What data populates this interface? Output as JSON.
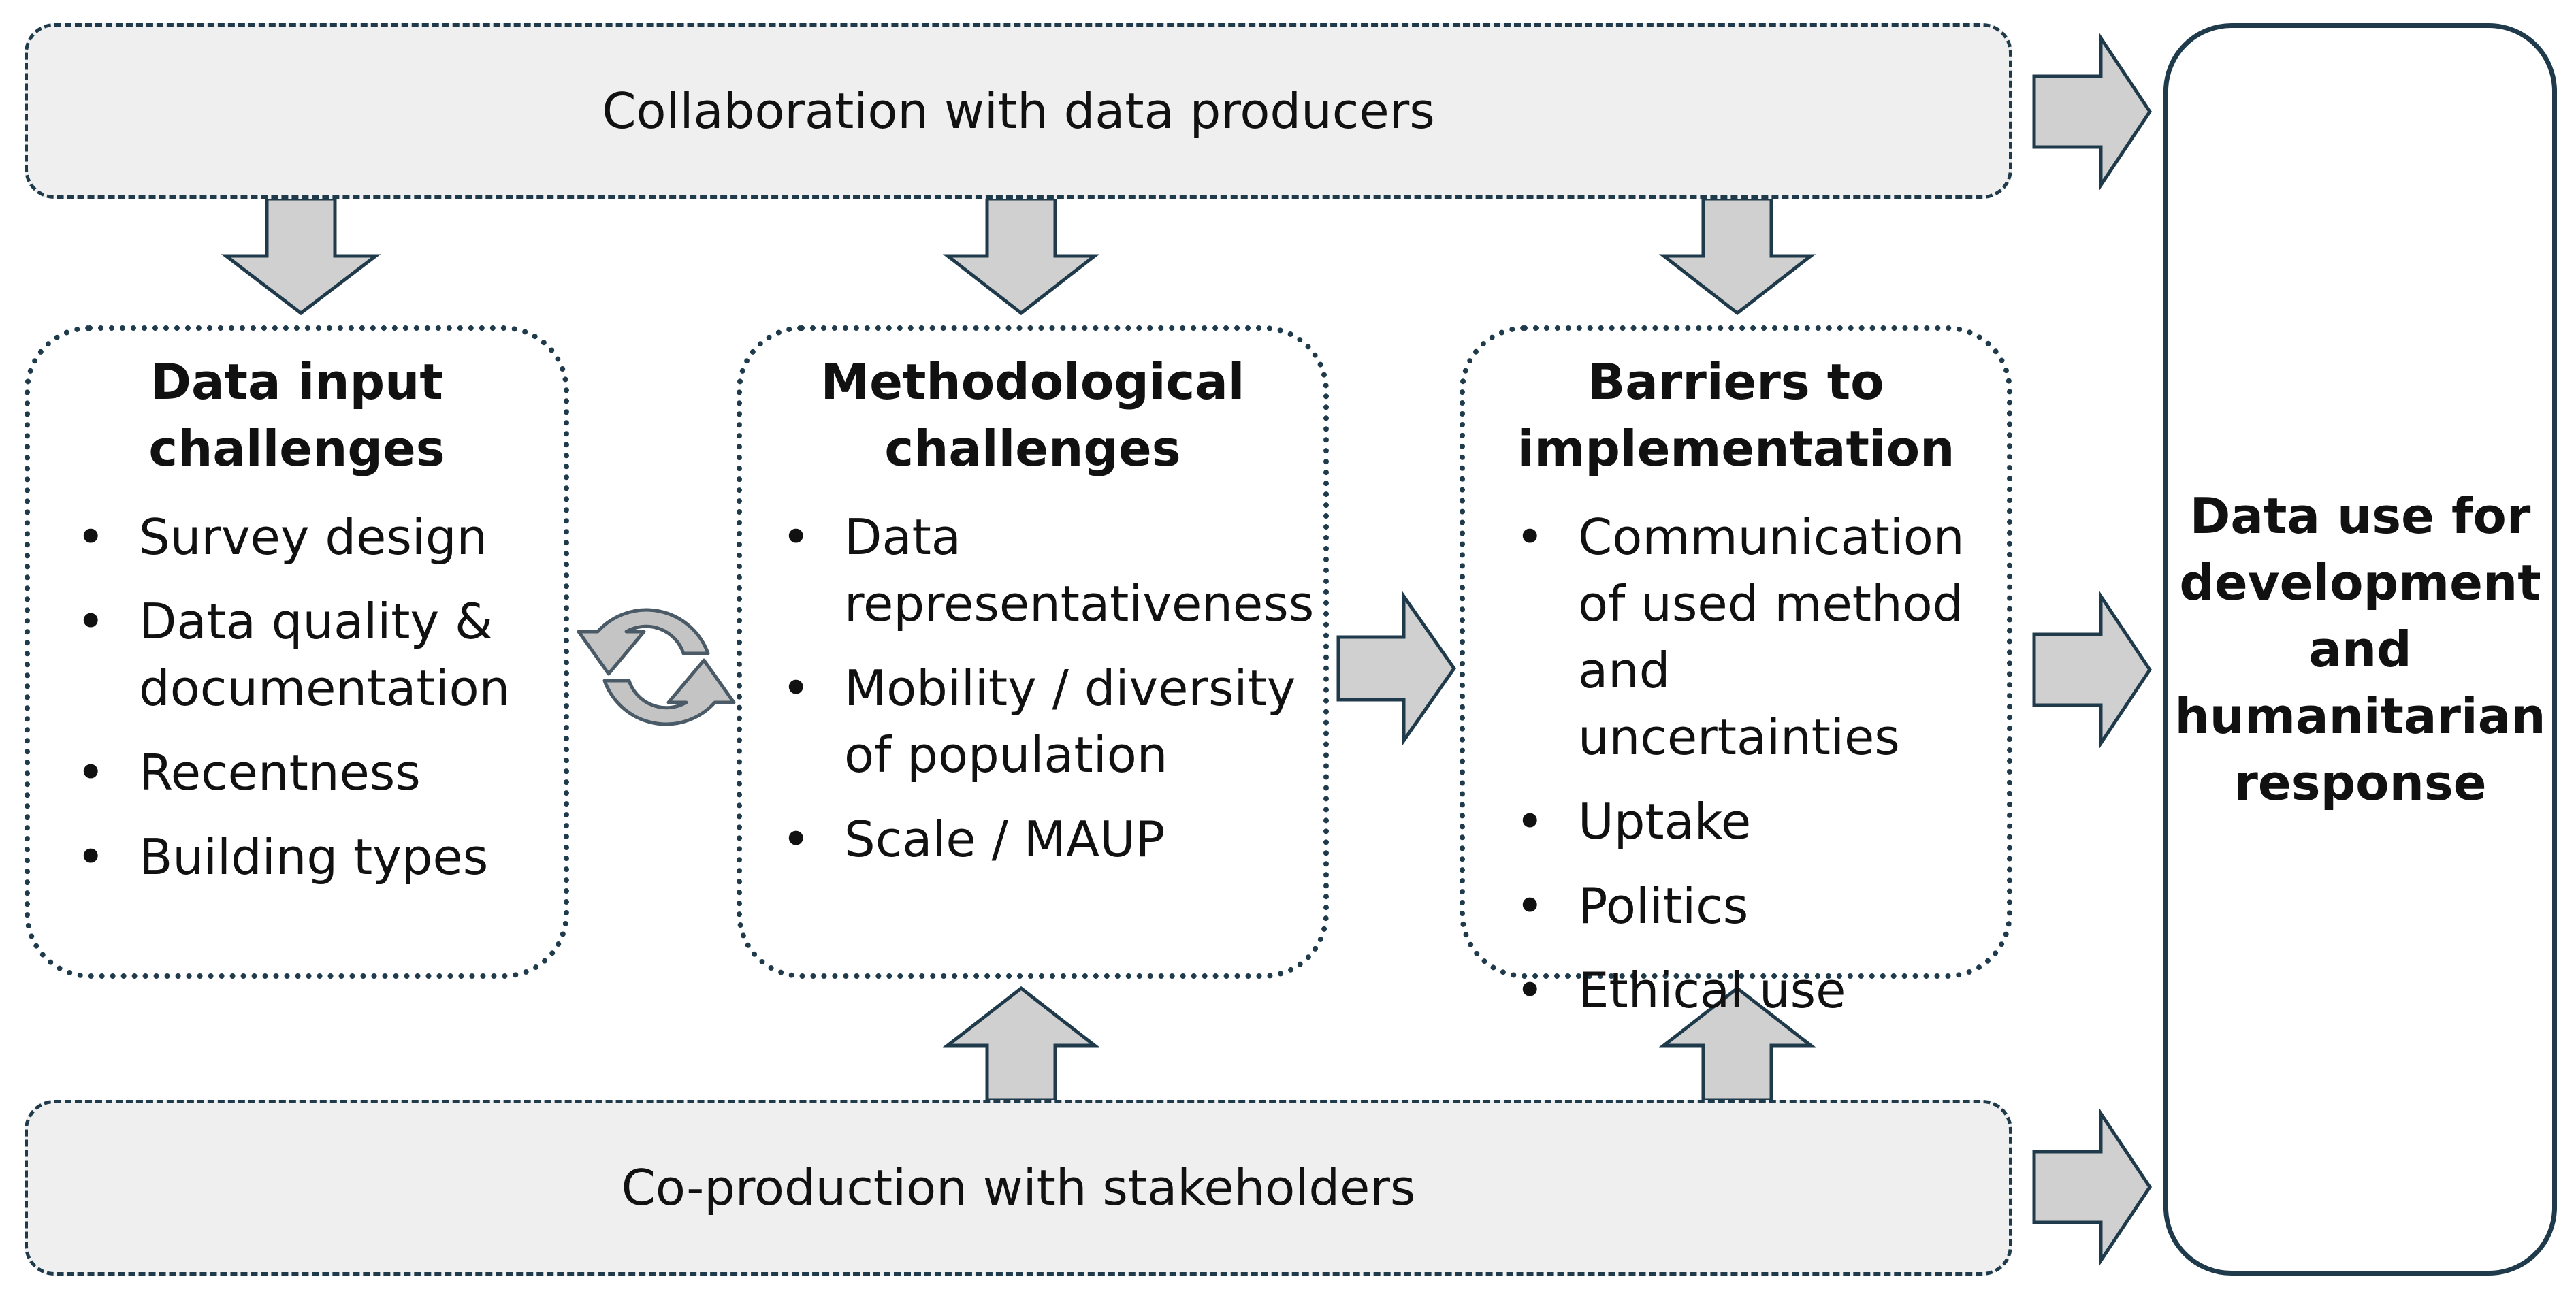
{
  "colors": {
    "outline": "#1f3a4a",
    "band_fill": "#efefef",
    "arrow_fill": "#d0d0d0",
    "cycle_fill": "#c4c4c4"
  },
  "bands": {
    "top_label": "Collaboration with data producers",
    "bottom_label": "Co-production with stakeholders"
  },
  "panels": [
    {
      "title": "Data input\nchallenges",
      "items": [
        "Survey design",
        "Data quality &\ndocumentation",
        "Recentness",
        "Building types"
      ]
    },
    {
      "title": "Methodological\nchallenges",
      "items": [
        "Data\nrepresentativeness",
        "Mobility / diversity\nof population",
        "Scale / MAUP"
      ]
    },
    {
      "title": "Barriers to\nimplementation",
      "items": [
        "Communication\nof used method\nand uncertainties",
        "Uptake",
        "Politics",
        "Ethical use"
      ]
    }
  ],
  "result": {
    "label": "Data use for\ndevelopment\nand\nhumanitarian\nresponse"
  },
  "icons": {
    "cycle": "refresh-cycle-icon"
  }
}
